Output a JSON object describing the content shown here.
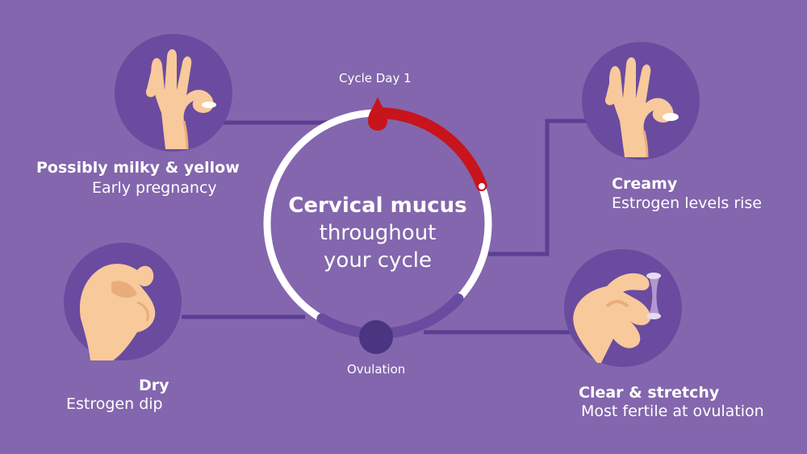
{
  "colors": {
    "background": "#8366ad",
    "circle_bg": "#6a4ba0",
    "connector": "#5a3f93",
    "ring": "#ffffff",
    "menstruation": "#c8141c",
    "ovulation_arc": "#6a4ba0",
    "ovulation_dot": "#4a3580",
    "skin": "#f8c99a",
    "skin_shade": "#e9ad7c"
  },
  "center": {
    "title": "Cervical mucus",
    "line2": "throughout",
    "line3": "your cycle"
  },
  "cycle_labels": {
    "start": "Cycle Day 1",
    "ovulation": "Ovulation"
  },
  "stages": {
    "milky": {
      "title": "Possibly milky & yellow",
      "subtitle": "Early pregnancy"
    },
    "creamy": {
      "title": "Creamy",
      "subtitle": "Estrogen levels rise"
    },
    "dry": {
      "title": "Dry",
      "subtitle": "Estrogen dip"
    },
    "clear": {
      "title": "Clear & stretchy",
      "subtitle": "Most fertile at ovulation"
    }
  }
}
